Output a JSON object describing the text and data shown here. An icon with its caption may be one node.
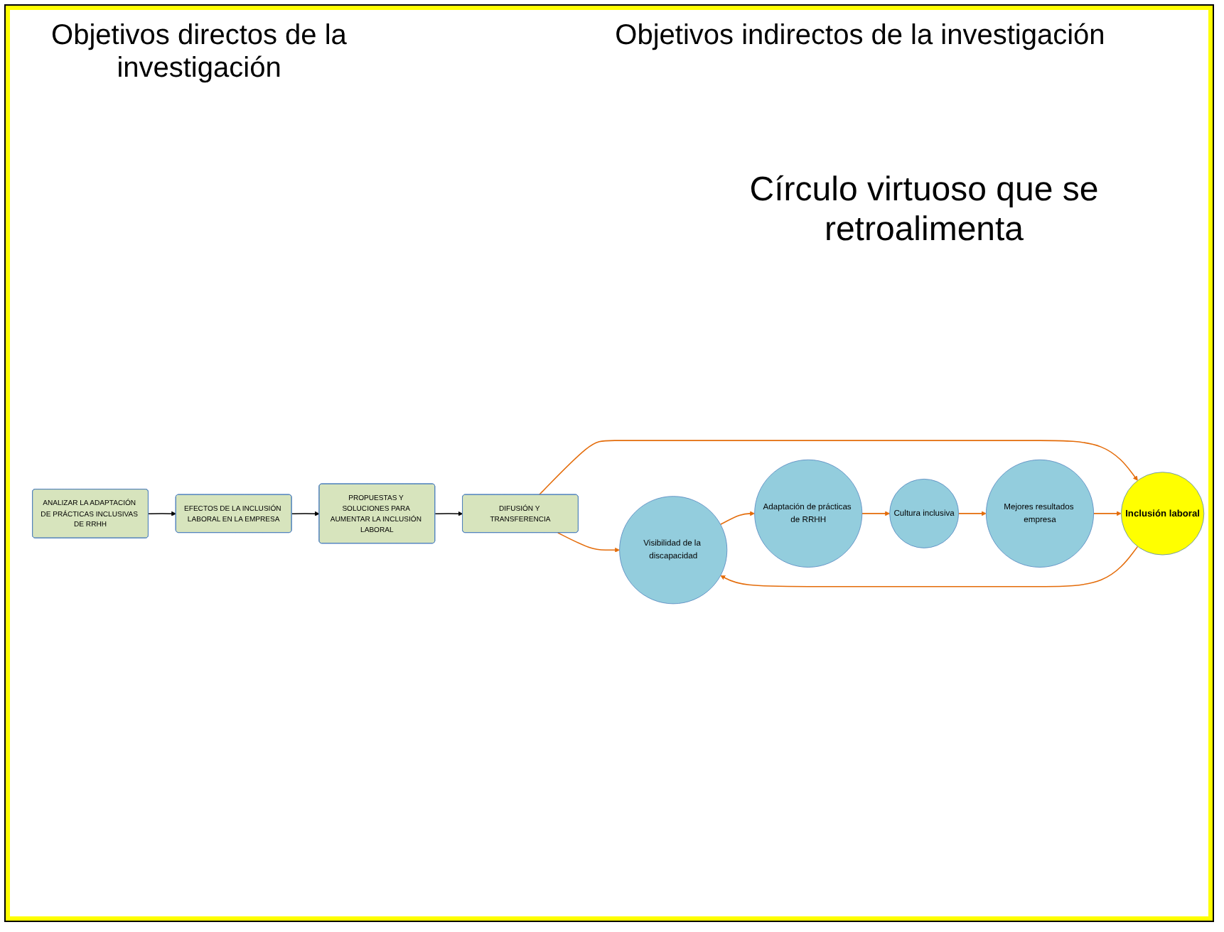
{
  "diagram": {
    "nodes": [
      {
        "text": [
          "ANALIZAR LA ADAPTACIÓN DE PRÁCTICAS INCLUSIVAS DE RRHH"
        ]
      },
      {
        "text": [
          "EFECTOS DE LA INCLUSIÓN LABORAL EN LA EMPRESA"
        ]
      },
      {
        "text": [
          "PROPUESTAS Y SOLUCIONES PARA AUMENTAR LA INCLUSIÓN LABORAL"
        ]
      },
      {
        "text": [
          "DIFUSIÓN Y TRANSFERENCIA"
        ]
      },
      {
        "text": [
          "Adaptación de prácticas de RRHH"
        ]
      },
      {
        "text": [
          "Cultura inclusiva"
        ]
      },
      {
        "text": [
          "Mejores resultados empresa"
        ]
      },
      {
        "text": [
          "Inclusión laboral"
        ]
      },
      {
        "text": [
          "Visibilidad de la discapacidad"
        ]
      }
    ],
    "edges": [
      {
        "from": 0,
        "to": 1,
        "arrow": "to",
        "color": "#000000"
      },
      {
        "from": 1,
        "to": 2,
        "arrow": "to",
        "color": "#000000"
      },
      {
        "from": 2,
        "to": 3,
        "arrow": "to",
        "color": "#000000"
      },
      {
        "from": 3,
        "to": 8,
        "arrow": "to"
      },
      {
        "from": 3,
        "to": 7,
        "arrow": "to"
      },
      {
        "from": 7,
        "to": 8,
        "arrow": "to"
      },
      {
        "from": 8,
        "to": 4,
        "arrow": "to"
      },
      {
        "from": 4,
        "to": 5,
        "arrow": "to"
      },
      {
        "from": 5,
        "to": 6,
        "arrow": "to"
      },
      {
        "from": 6,
        "to": 7,
        "arrow": "to"
      }
    ],
    "labels": [
      "Objetivos directos de la investigación",
      "Objetivos indirectos de la investigación",
      "Círculo virtuoso que se retroalimenta"
    ]
  }
}
